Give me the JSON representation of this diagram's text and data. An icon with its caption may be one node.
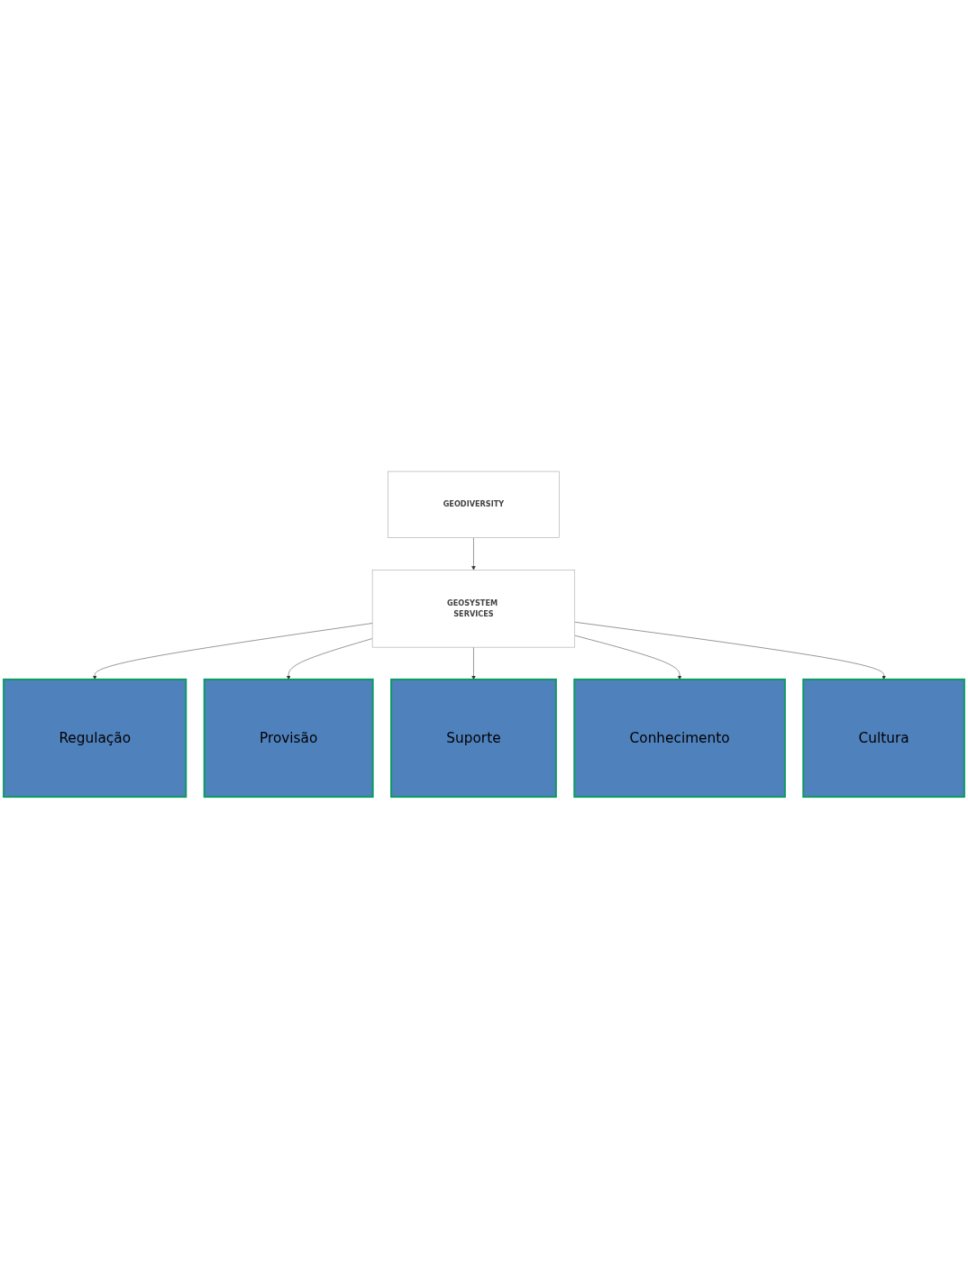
{
  "diagram": {
    "nodes": [
      {
        "text": [
          "Regulação"
        ]
      },
      {
        "text": [
          "Provisão"
        ]
      },
      {
        "text": [
          "GEODIVERSITY"
        ]
      },
      {
        "text": [
          "Suporte"
        ]
      },
      {
        "text": [
          "GEOSYSTEM SERVICES"
        ]
      },
      {
        "text": [
          "Conhecimento"
        ]
      },
      {
        "text": [
          "Cultura"
        ]
      }
    ],
    "edges": [
      {
        "from": 2,
        "to": 4,
        "arrow": "to"
      },
      {
        "from": 4,
        "to": 0,
        "arrow": "to"
      },
      {
        "from": 4,
        "to": 1,
        "arrow": "to"
      },
      {
        "from": 4,
        "to": 3,
        "arrow": "to"
      },
      {
        "from": 4,
        "to": 5,
        "arrow": "to"
      },
      {
        "from": 4,
        "to": 6,
        "arrow": "to"
      }
    ]
  }
}
